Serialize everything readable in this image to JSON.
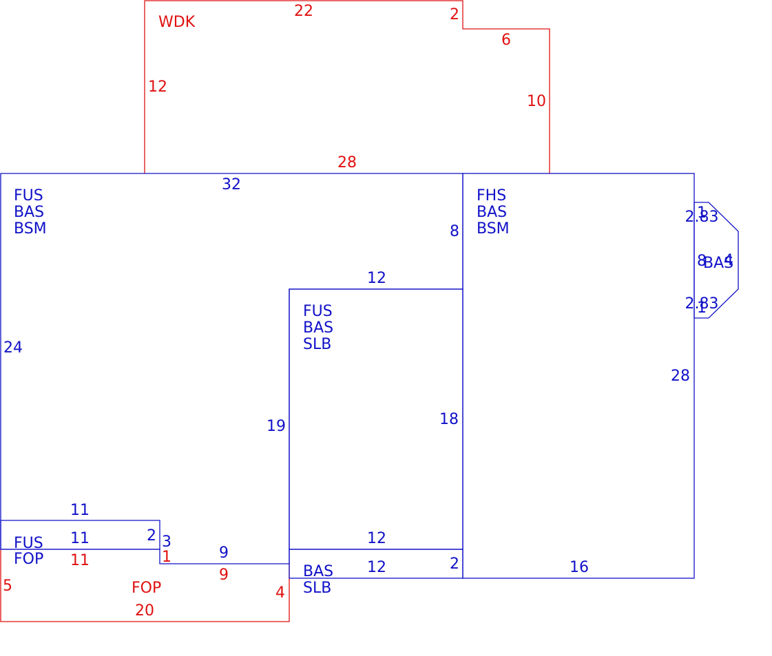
{
  "colors": {
    "red": "#e01010",
    "blue": "#1010c8"
  },
  "areas": {
    "wdk": {
      "code": "WDK",
      "dims": {
        "top": "22",
        "step_vertical": "2",
        "step_horizontal": "6",
        "right": "10",
        "left": "12",
        "bottom": "28"
      }
    },
    "main_left": {
      "codes": [
        "FUS",
        "BAS",
        "BSM"
      ],
      "dims": {
        "top": "32",
        "right_upper": "8",
        "left": "24",
        "inner_vertical": "19",
        "bottom_ledge": "9"
      }
    },
    "middle": {
      "codes": [
        "FUS",
        "BAS",
        "SLB"
      ],
      "dims": {
        "top": "12",
        "right": "18",
        "bottom": "12"
      }
    },
    "right_wing": {
      "codes": [
        "FHS",
        "BAS",
        "BSM"
      ],
      "dims": {
        "right": "28",
        "bottom": "16"
      }
    },
    "bay": {
      "code": "BAS",
      "dims": {
        "top_diag_a": "2.83",
        "top_diag_b": "1",
        "front": "4",
        "side": "8",
        "bottom_diag_a": "2.83",
        "bottom_diag_b": "1"
      }
    },
    "fus_fop": {
      "codes": [
        "FUS",
        "FOP"
      ],
      "dims": {
        "top": "11",
        "middle": "11",
        "right": "2"
      }
    },
    "fop": {
      "code": "FOP",
      "dims": {
        "top_left": "11",
        "step": "1",
        "step_upper": "3",
        "top_right": "9",
        "right": "4",
        "bottom": "20",
        "left": "5"
      }
    },
    "bas_slb": {
      "codes": [
        "BAS",
        "SLB"
      ],
      "dims": {
        "top": "12",
        "bottom": "12",
        "right": "2"
      }
    }
  }
}
